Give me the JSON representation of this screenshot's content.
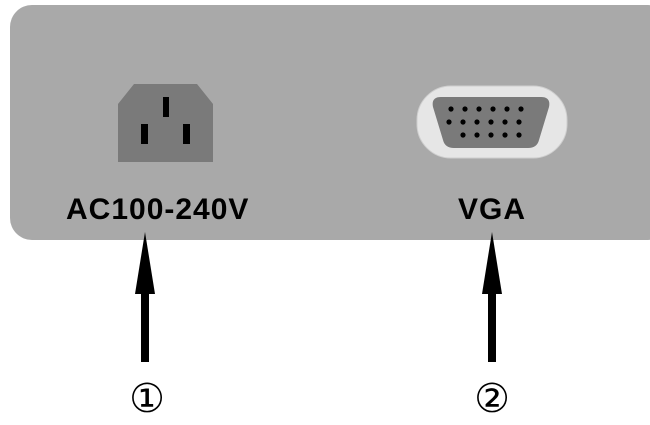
{
  "ports": [
    {
      "label": "AC100-240V",
      "icon": "ac-power-inlet-icon",
      "callout": "①"
    },
    {
      "label": "VGA",
      "icon": "vga-connector-icon",
      "callout": "②"
    }
  ],
  "colors": {
    "panel": "#a9a9a9",
    "connector": "#7a7a7a",
    "vga_rim": "#e6e6e6",
    "ink": "#000000"
  }
}
